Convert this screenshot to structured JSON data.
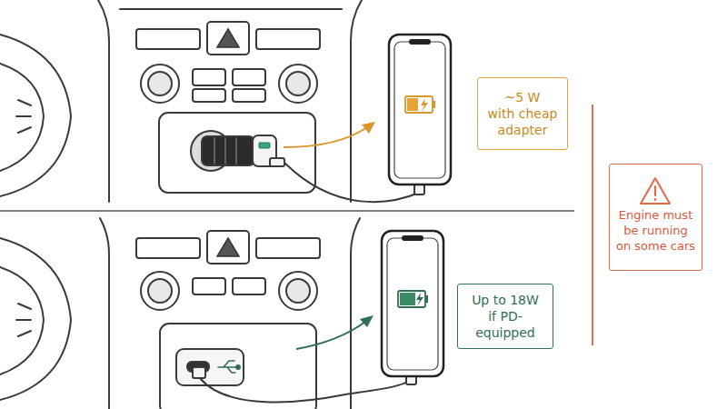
{
  "diagram": {
    "nodes": [
      {
        "text": [
          "~5 W",
          "with cheap adapter"
        ]
      },
      {
        "text": [
          "Up to 18W",
          "if PD-equipped"
        ]
      },
      {
        "text": [
          "Engine must be running on some cars"
        ]
      }
    ]
  }
}
